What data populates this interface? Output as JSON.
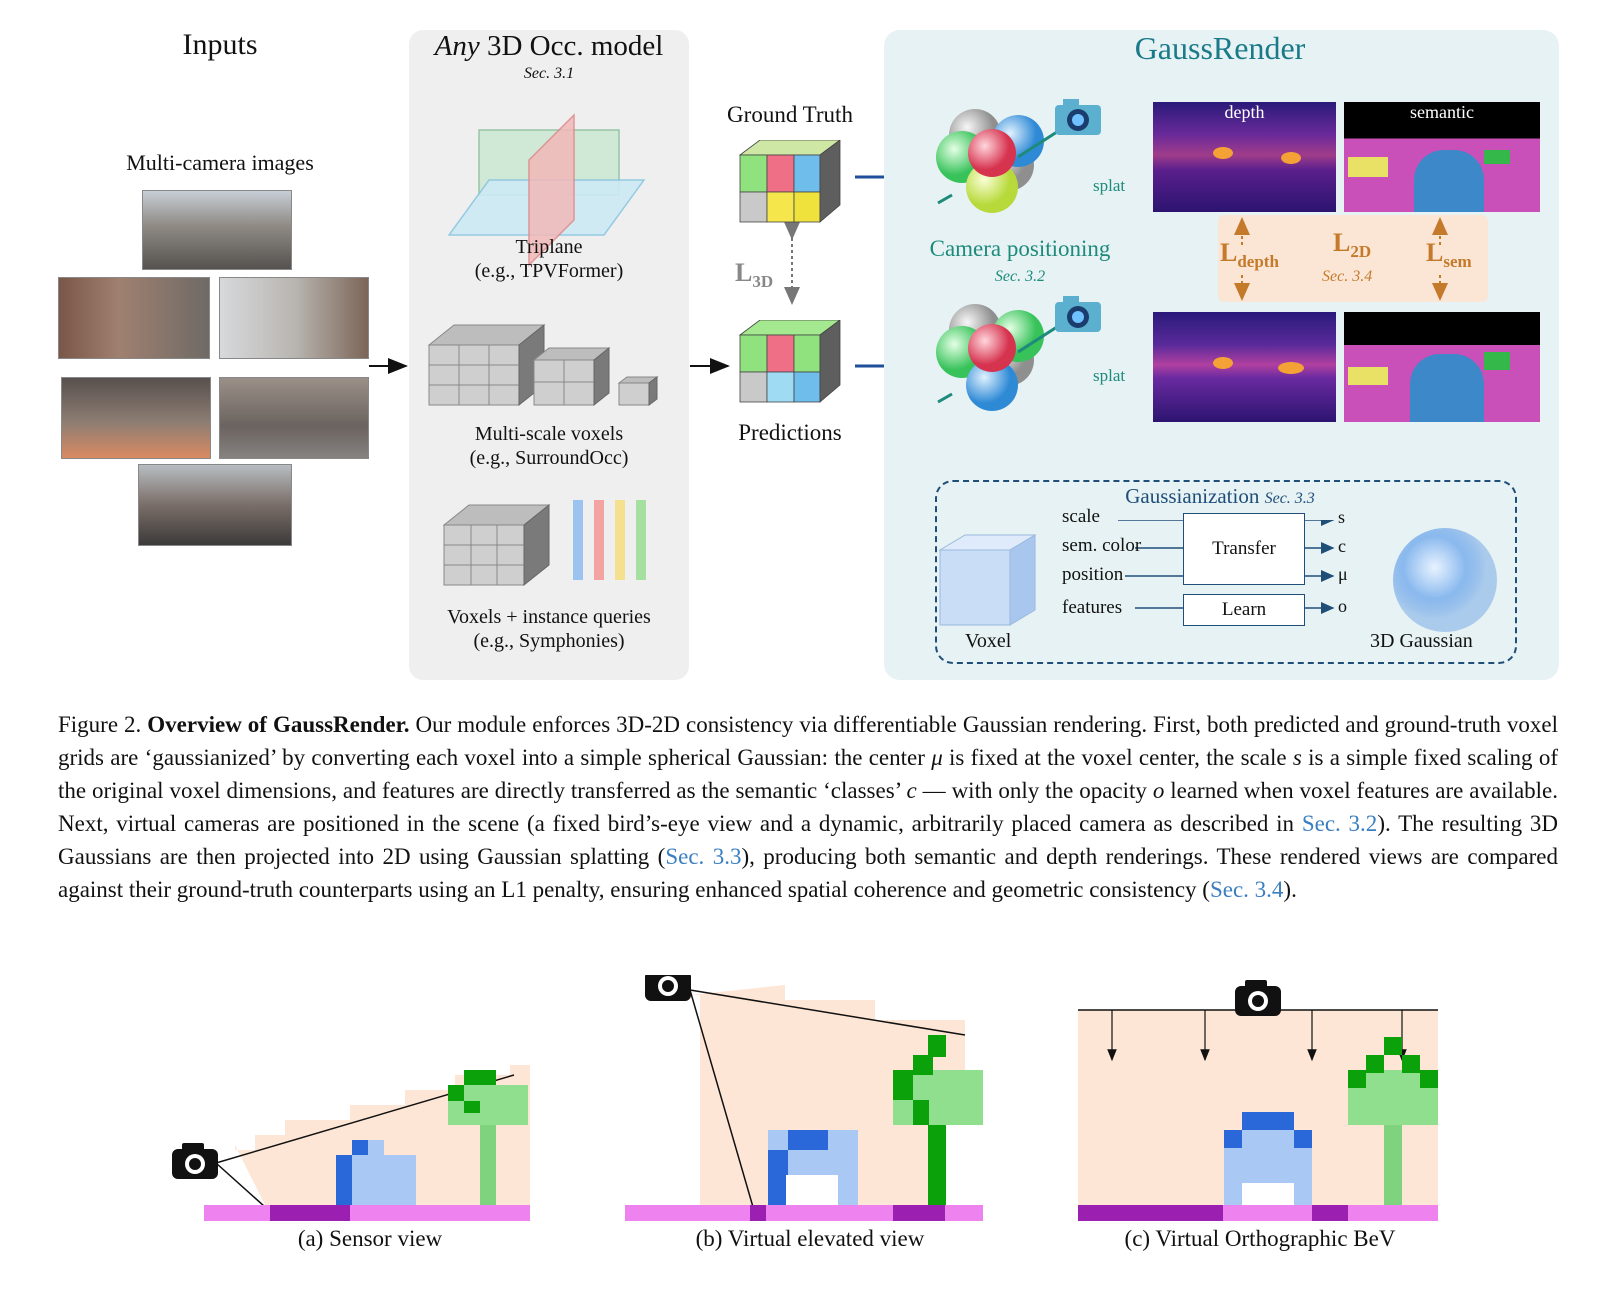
{
  "inputs": {
    "title": "Inputs",
    "subtitle": "Multi-camera images"
  },
  "model": {
    "title_italic": "Any",
    "title_rest": "3D Occ. model",
    "sec": "Sec. 3.1",
    "items": [
      {
        "name": "Triplane",
        "example": "(e.g., TPVFormer)"
      },
      {
        "name": "Multi-scale voxels",
        "example": "(e.g., SurroundOcc)"
      },
      {
        "name": "Voxels + instance queries",
        "example": "(e.g., Symphonies)"
      }
    ]
  },
  "middle": {
    "ground_truth": "Ground Truth",
    "predictions": "Predictions",
    "loss3d_main": "L",
    "loss3d_sub": "3D"
  },
  "gaussrender": {
    "title": "GaussRender",
    "camera_positioning": "Camera positioning",
    "camera_sec": "Sec. 3.2",
    "splat_top": "splat",
    "splat_bottom": "splat",
    "depth_label": "depth",
    "semantic_label": "semantic",
    "loss_depth_main": "L",
    "loss_depth_sub": "depth",
    "loss_2d_main": "L",
    "loss_2d_sub": "2D",
    "loss_2d_sec": "Sec. 3.4",
    "loss_sem_main": "L",
    "loss_sem_sub": "sem",
    "gaussianization_title": "Gaussianization",
    "gaussianization_sec": "Sec. 3.3",
    "inputs": [
      "scale",
      "sem. color",
      "position",
      "features"
    ],
    "transfer": "Transfer",
    "learn": "Learn",
    "outputs": [
      "s",
      "c",
      "μ",
      "o"
    ],
    "voxel": "Voxel",
    "gaussian": "3D Gaussian",
    "colors": {
      "teal": "#1d8a7c",
      "title": "#1a7a8a",
      "orange": "#c47a2a",
      "navy": "#1f4e79"
    }
  },
  "caption": {
    "fig": "Figure 2.",
    "bold": "Overview of GaussRender.",
    "p1": " Our module enforces 3D-2D consistency via differentiable Gaussian rendering. First, both predicted and ground-truth voxel grids are ‘gaussianized’ by converting each voxel into a simple spherical Gaussian: the center ",
    "mu": "μ",
    "p2": " is fixed at the voxel center, the scale ",
    "s": "s",
    "p3": " is a simple fixed scaling of the original voxel dimensions, and features are directly transferred as the semantic ‘classes’ ",
    "c": "c",
    "p4": " — with only the opacity ",
    "o": "o",
    "p5": " learned when voxel features are available. Next, virtual cameras are positioned in the scene (a fixed bird’s-eye view and a dynamic, arbitrarily placed camera as described in ",
    "ref1": "Sec. 3.2",
    "p6": ").  The resulting 3D Gaussians are then projected into 2D using Gaussian splatting (",
    "ref2": "Sec. 3.3",
    "p7": "), producing both semantic and depth renderings.  These rendered views are compared against their ground-truth counterparts using an L1 penalty, ensuring enhanced spatial coherence and geometric consistency (",
    "ref3": "Sec. 3.4",
    "p8": ")."
  },
  "subfigures": [
    {
      "label": "(a) Sensor view"
    },
    {
      "label": "(b) Virtual elevated view"
    },
    {
      "label": "(c) Virtual Orthographic BeV"
    }
  ]
}
